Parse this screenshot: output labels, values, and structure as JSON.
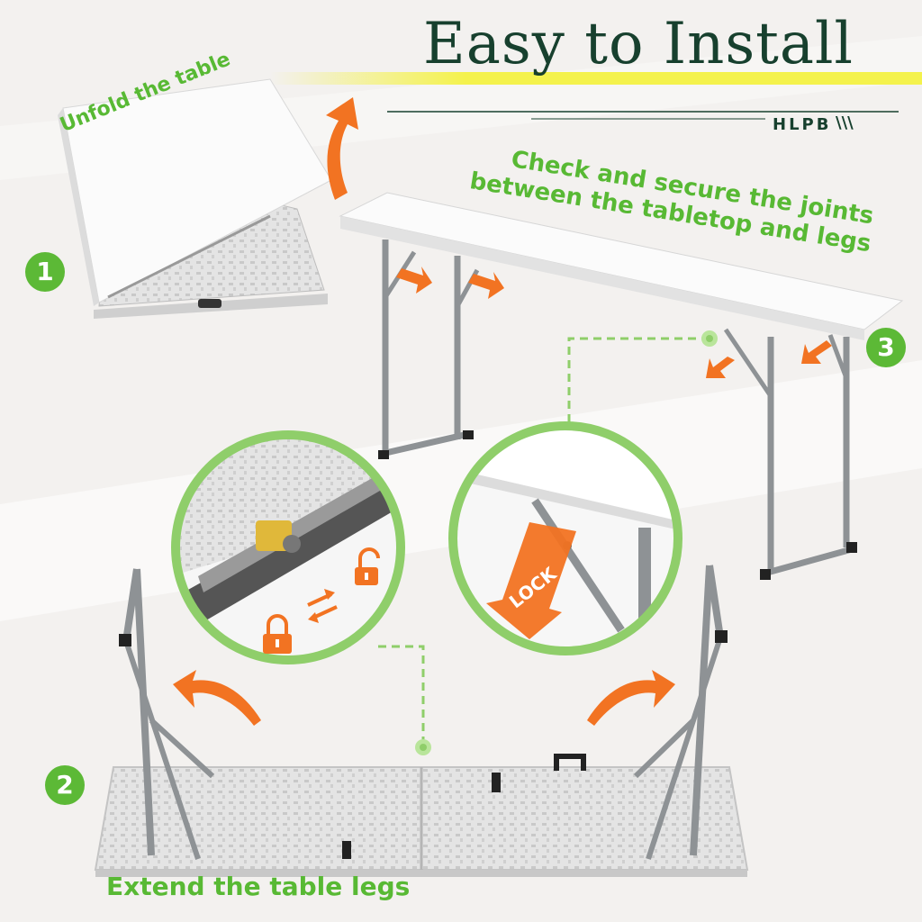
{
  "header": {
    "title": "Easy to Install",
    "brand": "HLPB",
    "brand_mark": "\\\\\\"
  },
  "steps": [
    {
      "number": "1",
      "label": "Unfold the table"
    },
    {
      "number": "2",
      "label": "Extend the table legs"
    },
    {
      "number": "3",
      "label_line1": "Check and secure the joints",
      "label_line2": "between the tabletop and legs"
    }
  ],
  "callouts": {
    "lock_label": "LOCK"
  },
  "colors": {
    "title": "#17402e",
    "accent_green": "#58b934",
    "arrow_orange": "#f27322",
    "highlight_yellow": "#f4f23a",
    "steel": "#8e9295"
  },
  "icons": [
    "unlock-icon",
    "lock-icon",
    "swap-arrows-icon",
    "curved-arrow-icon"
  ]
}
